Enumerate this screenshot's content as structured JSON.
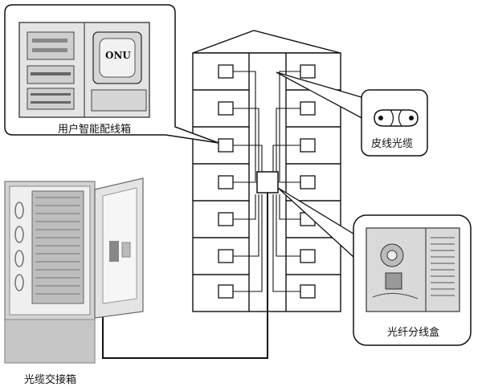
{
  "labels": {
    "home_box": "用户智能配线箱",
    "onu": "ONU",
    "leather_cable": "皮线光缆",
    "fiber_box": "光纤分线盒",
    "cabinet": "光缆交接箱"
  },
  "colors": {
    "line": "#111111",
    "photo_gray": "#c8c8c8",
    "cabinet_frame": "#9a9a9a"
  }
}
